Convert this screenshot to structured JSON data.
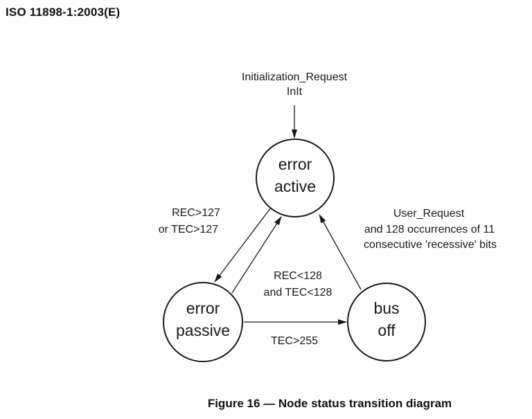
{
  "header": {
    "title": "ISO 11898-1:2003(E)"
  },
  "figure": {
    "caption": "Figure 16 — Node status transition diagram"
  },
  "colors": {
    "ink": "#1a1a1a",
    "background": "#fdfdfd"
  },
  "diagram": {
    "type": "state-transition-diagram",
    "states": [
      {
        "id": "error-active",
        "lines": [
          "error",
          "active"
        ]
      },
      {
        "id": "error-passive",
        "lines": [
          "error",
          "passive"
        ]
      },
      {
        "id": "bus-off",
        "lines": [
          "bus",
          "off"
        ]
      }
    ],
    "transitions": [
      {
        "from": "initialization",
        "to": "error-active",
        "label_lines": [
          "Initialization_Request",
          "InIt"
        ]
      },
      {
        "from": "error-active",
        "to": "error-passive",
        "label_lines": [
          "REC>127",
          "or TEC>127"
        ]
      },
      {
        "from": "error-passive",
        "to": "error-active",
        "label_lines": [
          "REC<128",
          "and TEC<128"
        ]
      },
      {
        "from": "error-passive",
        "to": "bus-off",
        "label_lines": [
          "TEC>255"
        ]
      },
      {
        "from": "bus-off",
        "to": "error-active",
        "label_lines": [
          "User_Request",
          "and 128 occurrences of 11",
          "consecutive 'recessive' bits"
        ]
      }
    ]
  }
}
